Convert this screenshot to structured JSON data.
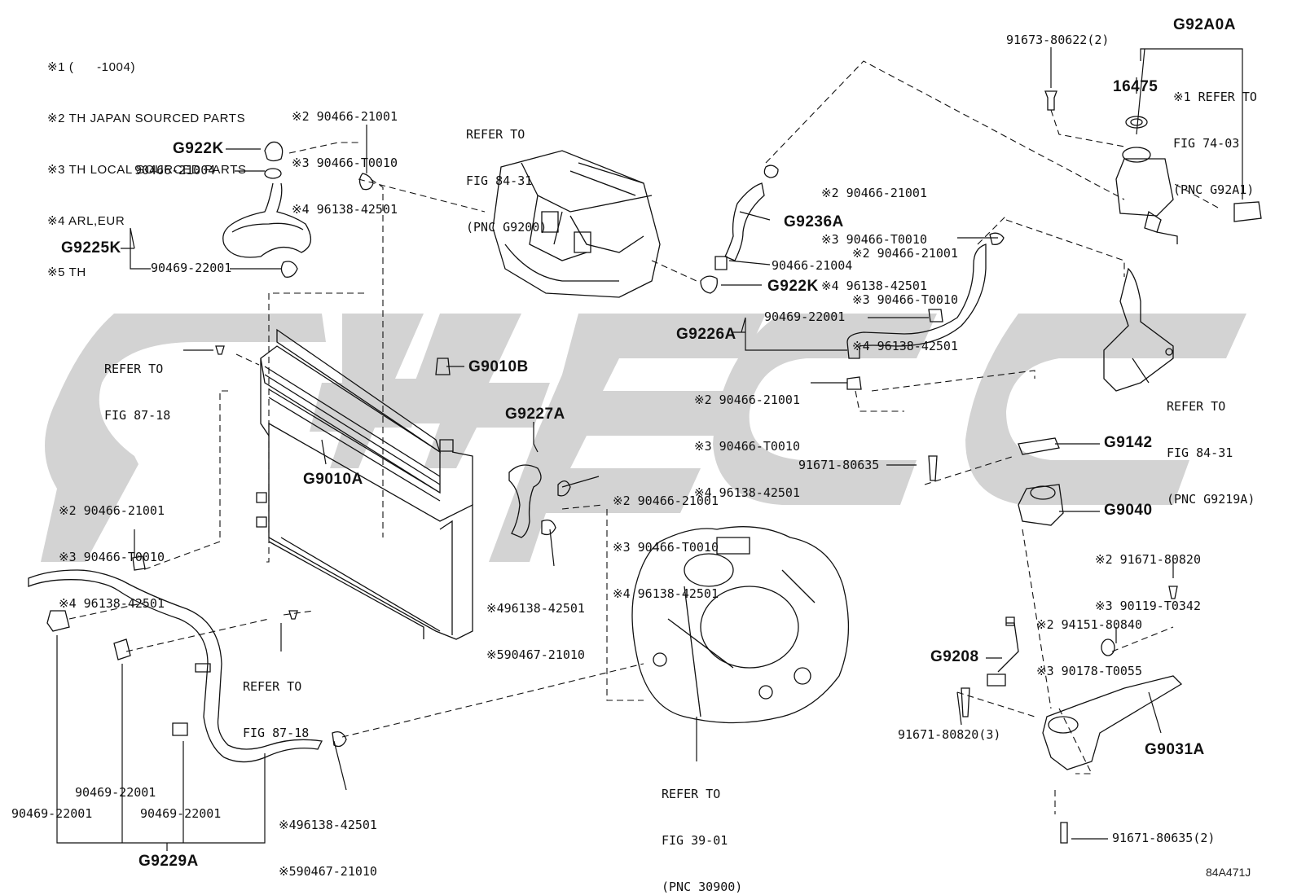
{
  "notes": [
    "※1 (      -1004)",
    "※2 TH JAPAN SOURCED PARTS",
    "※3 TH LOCAL SOURCED PARTS",
    "※4 ARL,EUR",
    "※5 TH"
  ],
  "labels": {
    "g922k_top": "G922K",
    "p90466_21004_a": "90466-21004",
    "g9225k": "G9225K",
    "p90469_22001_a": "90469-22001",
    "refer_84_31_g9200": [
      "REFER TO",
      "FIG 84-31",
      "(PNC G9200)"
    ],
    "clip_group_top_left": [
      "※2 90466-21001",
      "※3 90466-T0010",
      "※4 96138-42501"
    ],
    "refer_87_18_top": [
      "REFER TO",
      "FIG 87-18"
    ],
    "g9010b": "G9010B",
    "g9010a": "G9010A",
    "clip_group_left_mid": [
      "※2 90466-21001",
      "※3 90466-T0010",
      "※4 96138-42501"
    ],
    "refer_87_18_bottom": [
      "REFER TO",
      "FIG 87-18"
    ],
    "g9227a": "G9227A",
    "clip_group_center": [
      "※2 90466-21001",
      "※3 90466-T0010",
      "※4 96138-42501"
    ],
    "pair_center": [
      "※496138-42501",
      "※590467-21010"
    ],
    "pair_bottom": [
      "※496138-42501",
      "※590467-21010"
    ],
    "p90469_22001_b": "90469-22001",
    "p90469_22001_c": "90469-22001",
    "p90469_22001_d": "90469-22001",
    "g9229a": "G9229A",
    "refer_39_01": [
      "REFER TO",
      "FIG 39-01",
      "(PNC 30900)"
    ],
    "clip_group_g9236a": [
      "※2 90466-21001",
      "※3 90466-T0010",
      "※4 96138-42501"
    ],
    "g9236a": "G9236A",
    "clip_group_right_top": [
      "※2 90466-21001",
      "※3 90466-T0010",
      "※4 96138-42501"
    ],
    "p90466_21004_b": "90466-21004",
    "g922k_mid": "G922K",
    "p90469_22001_e": "90469-22001",
    "g9226a": "G9226A",
    "clip_group_right_mid": [
      "※2 90466-21001",
      "※3 90466-T0010",
      "※4 96138-42501"
    ],
    "p91671_80635": "91671-80635",
    "p91673_80622": "91673-80622(2)",
    "g92a0a": "G92A0A",
    "p16475": "16475",
    "refer_74_03": [
      "※1 REFER TO",
      "FIG 74-03",
      "(PNC G92A1)"
    ],
    "refer_84_31_g9219a": [
      "REFER TO",
      "FIG 84-31",
      "(PNC G9219A)"
    ],
    "g9142": "G9142",
    "g9040": "G9040",
    "bolt_group_a": [
      "※2 91671-80820",
      "※3 90119-T0342"
    ],
    "bolt_group_b": [
      "※2 94151-80840",
      "※3 90178-T0055"
    ],
    "g9208": "G9208",
    "p91671_80820_3": "91671-80820(3)",
    "g9031a": "G9031A",
    "p91671_80635_2": "91671-80635(2)",
    "drawing_code": "84A471J"
  },
  "colors": {
    "ink": "#111111",
    "watermark": "#d3d3d3"
  }
}
